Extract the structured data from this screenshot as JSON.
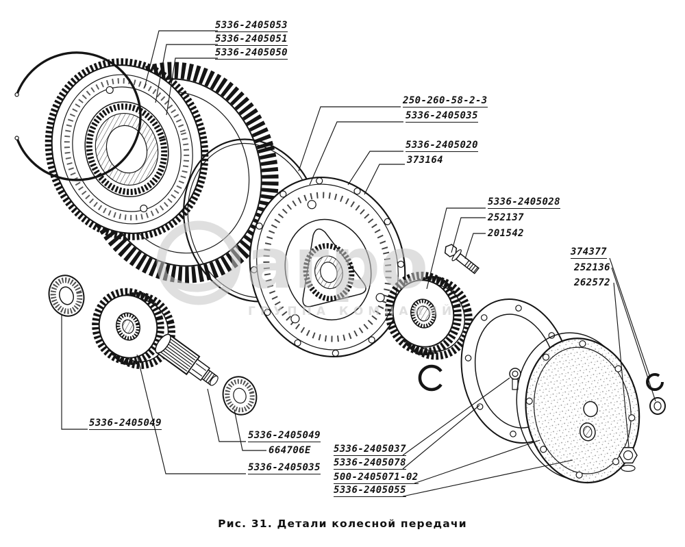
{
  "figure": {
    "caption": "Рис. 31. Детали колесной передачи"
  },
  "watermark": {
    "brand": "агро",
    "tagline": "ГРУППА КОМПАНИЙ"
  },
  "labels": [
    "5336-2405053",
    "5336-2405051",
    "5336-2405050",
    "250-260-58-2-3",
    "5336-2405035",
    "5336-2405020",
    "373164",
    "5336-2405028",
    "252137",
    "201542",
    "374377",
    "252136",
    "262572",
    "5336-2405049",
    "5336-2405049",
    "664706Е",
    "5336-2405035",
    "5336-2405037",
    "5336-2405078",
    "500-2405071-02",
    "5336-2405055"
  ]
}
